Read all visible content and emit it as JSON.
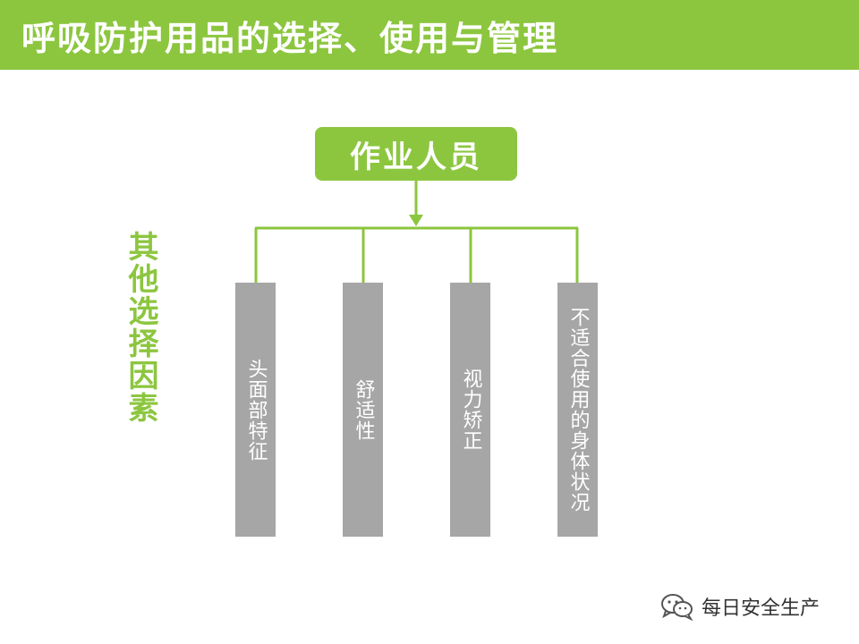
{
  "header": {
    "title": "呼吸防护用品的选择、使用与管理"
  },
  "diagram": {
    "root": "作业人员",
    "side_label": "其他选择因素",
    "branches": [
      "头面部特征",
      "舒适性",
      "视力矫正",
      "不适合使用的身体状况"
    ]
  },
  "watermark": {
    "text": "每日安全生产",
    "icon": "wechat-icon"
  },
  "colors": {
    "accent": "#8cc63f",
    "bar": "#a6a6a6",
    "text_on_bar": "#ffffff"
  }
}
